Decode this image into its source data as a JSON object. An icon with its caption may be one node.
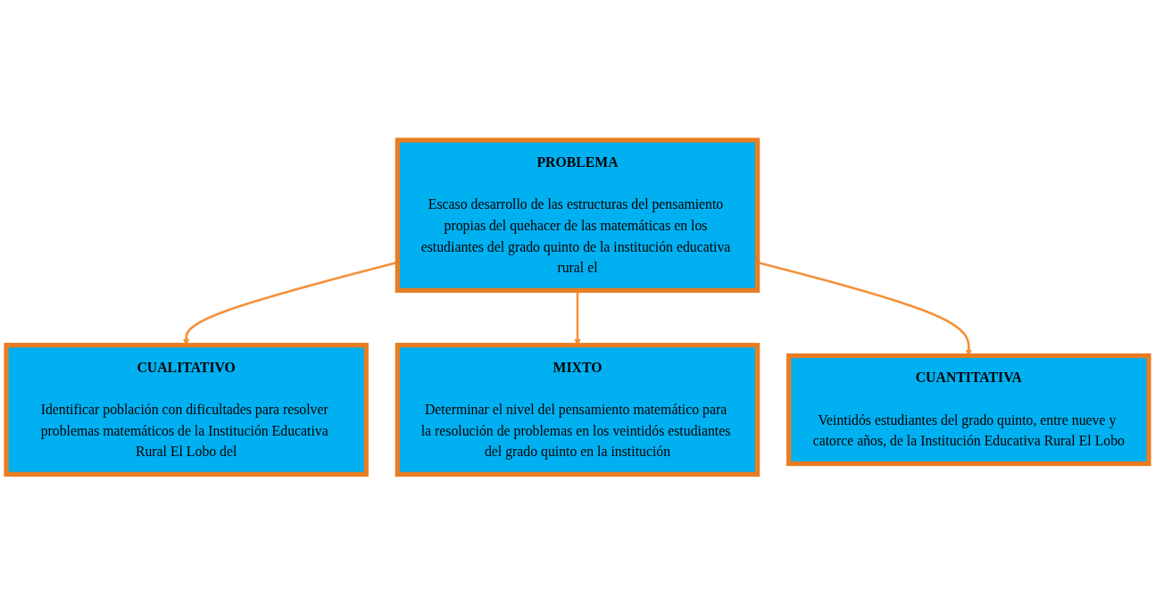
{
  "diagram": {
    "nodes": [
      {
        "text": [
          "PROBLEMA",
          "Escaso desarrollo de las estructuras del pensamiento propias del quehacer de las matemáticas en los estudiantes del grado quinto de la institución educativa rural el"
        ]
      },
      {
        "text": [
          "CUALITATIVO",
          "Identificar población con dificultades para resolver problemas matemáticos de la Institución Educativa Rural El Lobo del"
        ]
      },
      {
        "text": [
          "CUANTITATIVA",
          "Veintidós estudiantes del grado quinto, entre nueve y catorce años, de la Institución Educativa Rural El Lobo"
        ]
      },
      {
        "text": [
          "MIXTO",
          "Determinar el nivel del pensamiento matemático para la resolución de problemas en los veintidós estudiantes del grado quinto en la institución"
        ]
      }
    ],
    "edges": [
      {
        "from": 0,
        "to": 1,
        "arrow": "to"
      },
      {
        "from": 0,
        "to": 3,
        "arrow": "to"
      },
      {
        "from": 0,
        "to": 2,
        "arrow": "to"
      }
    ]
  }
}
